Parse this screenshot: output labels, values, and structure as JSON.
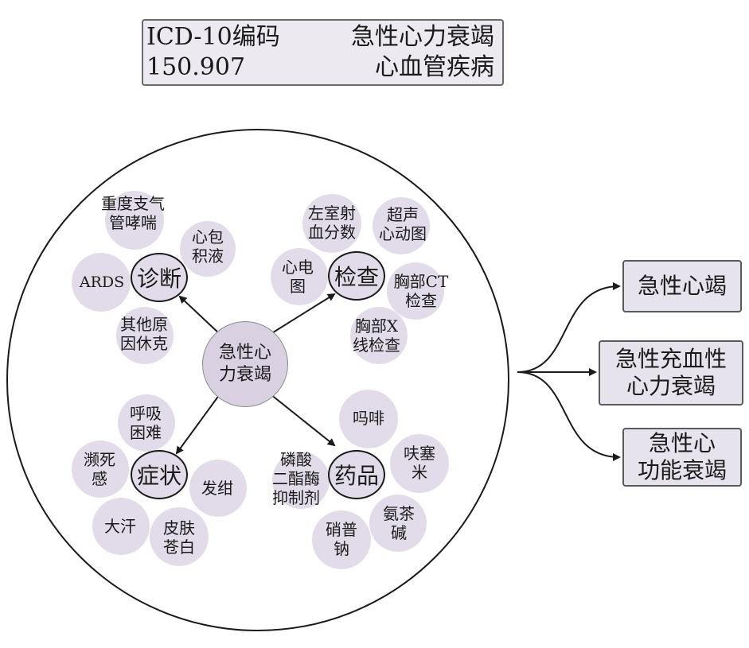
{
  "header": {
    "code_label": "ICD-10编码",
    "disease_name": "急性心力衰竭",
    "code_value": "150.907",
    "category": "心血管疾病"
  },
  "center": {
    "line1": "急性心",
    "line2": "力衰竭"
  },
  "branches": {
    "diagnosis": {
      "label": "诊断",
      "items": [
        {
          "line1": "重度支气",
          "line2": "管哮喘"
        },
        {
          "line1": "心包",
          "line2": "积液"
        },
        {
          "line1": "ARDS",
          "line2": ""
        },
        {
          "line1": "其他原",
          "line2": "因休克"
        }
      ]
    },
    "exam": {
      "label": "检查",
      "items": [
        {
          "line1": "左室射",
          "line2": "血分数"
        },
        {
          "line1": "超声",
          "line2": "心动图"
        },
        {
          "line1": "心电",
          "line2": "图"
        },
        {
          "line1": "胸部CT",
          "line2": "检查"
        },
        {
          "line1": "胸部X",
          "line2": "线检查"
        }
      ]
    },
    "symptom": {
      "label": "症状",
      "items": [
        {
          "line1": "呼吸",
          "line2": "困难"
        },
        {
          "line1": "濒死",
          "line2": "感"
        },
        {
          "line1": "发绀",
          "line2": ""
        },
        {
          "line1": "大汗",
          "line2": ""
        },
        {
          "line1": "皮肤",
          "line2": "苍白"
        }
      ]
    },
    "drug": {
      "label": "药品",
      "items": [
        {
          "line1": "吗啡",
          "line2": ""
        },
        {
          "line1": "磷酸",
          "line2": "二酯酶",
          "line3": "抑制剂"
        },
        {
          "line1": "呋塞",
          "line2": "米"
        },
        {
          "line1": "氨茶",
          "line2": "碱"
        },
        {
          "line1": "硝普",
          "line2": "钠"
        }
      ]
    }
  },
  "synonyms": [
    {
      "line1": "急性心竭",
      "line2": ""
    },
    {
      "line1": "急性充血性",
      "line2": "心力衰竭"
    },
    {
      "line1": "急性心",
      "line2": "功能衰竭"
    }
  ],
  "colors": {
    "bubble": "#e2dcea",
    "box": "#e7e3ec",
    "line": "#1a1a1a"
  }
}
